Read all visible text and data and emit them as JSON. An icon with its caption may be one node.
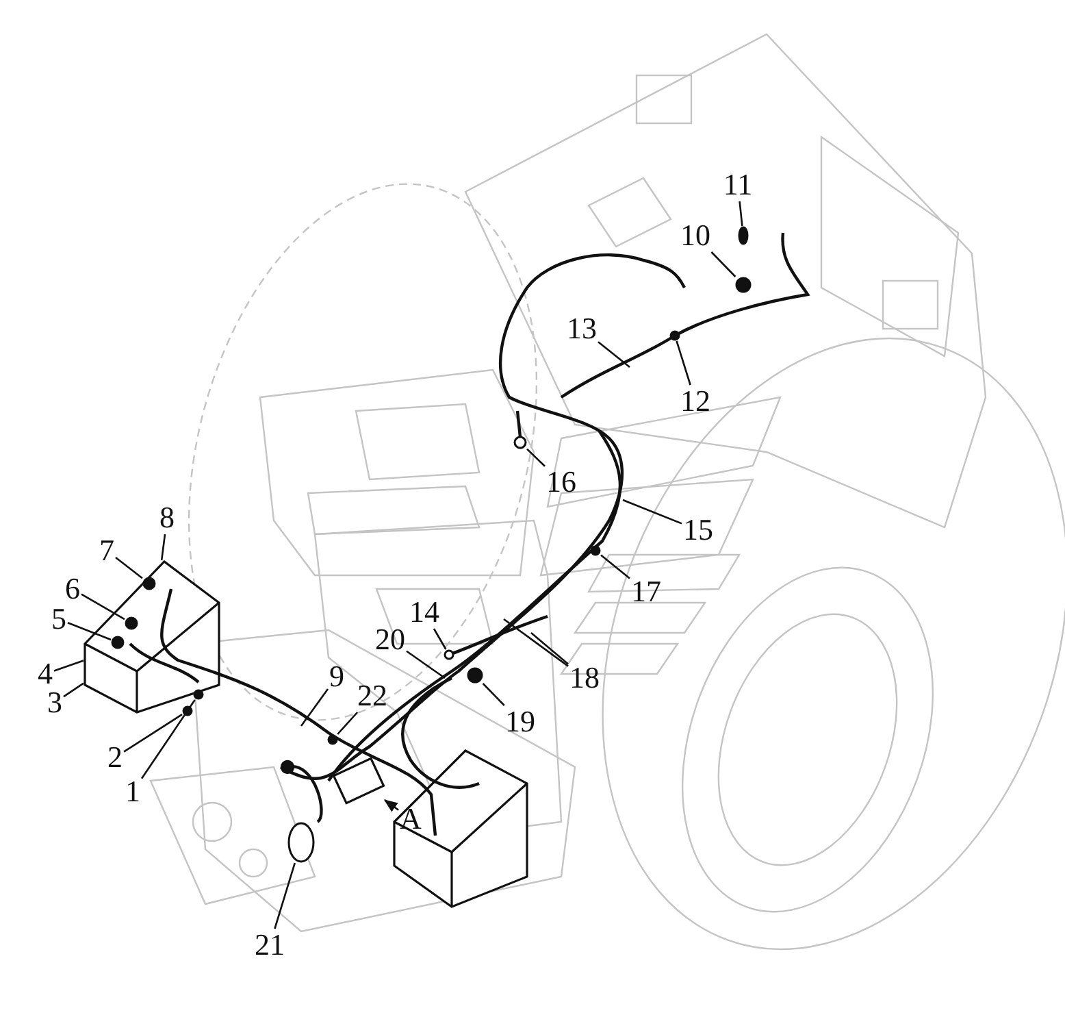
{
  "diagram": {
    "nodes": [
      {
        "text": [
          "1"
        ]
      },
      {
        "text": [
          "2"
        ]
      },
      {
        "text": [
          "3"
        ]
      },
      {
        "text": [
          "4"
        ]
      },
      {
        "text": [
          "5"
        ]
      },
      {
        "text": [
          "6"
        ]
      },
      {
        "text": [
          "7"
        ]
      },
      {
        "text": [
          "8"
        ]
      },
      {
        "text": [
          "9"
        ]
      },
      {
        "text": [
          "10"
        ]
      },
      {
        "text": [
          "11"
        ]
      },
      {
        "text": [
          "12"
        ]
      },
      {
        "text": [
          "13"
        ]
      },
      {
        "text": [
          "14"
        ]
      },
      {
        "text": [
          "15"
        ]
      },
      {
        "text": [
          "16"
        ]
      },
      {
        "text": [
          "17"
        ]
      },
      {
        "text": [
          "18"
        ]
      },
      {
        "text": [
          "19"
        ]
      },
      {
        "text": [
          "20"
        ]
      },
      {
        "text": [
          "21"
        ]
      },
      {
        "text": [
          "22"
        ]
      },
      {
        "text": [
          "A"
        ]
      },
      {
        "text": [],
        "shape": "circle"
      },
      {
        "text": [],
        "shape": "circle"
      },
      {
        "text": [],
        "shape": "box"
      },
      {
        "text": [],
        "shape": "circle",
        "in": 25
      },
      {
        "text": [],
        "shape": "circle",
        "in": 25
      },
      {
        "text": [],
        "shape": "circle",
        "in": 25
      },
      {
        "text": [],
        "shape": "circle"
      },
      {
        "text": [],
        "shape": "circle"
      },
      {
        "text": [],
        "shape": "circle"
      },
      {
        "text": [],
        "shape": "circle"
      },
      {
        "text": [],
        "shape": "circle"
      },
      {
        "text": [],
        "shape": "circle"
      },
      {
        "text": [],
        "shape": "circle"
      },
      {
        "text": [],
        "shape": "circle"
      },
      {
        "text": [],
        "shape": "circle"
      },
      {
        "text": [],
        "shape": "box"
      }
    ],
    "edges": [
      {
        "from": 0,
        "to": 23,
        "arrow": "none"
      },
      {
        "from": 1,
        "to": 24,
        "arrow": "none"
      },
      {
        "from": 2,
        "to": 25,
        "arrow": "none"
      },
      {
        "from": 3,
        "to": 25,
        "arrow": "none"
      },
      {
        "from": 4,
        "to": 26,
        "arrow": "none"
      },
      {
        "from": 5,
        "to": 27,
        "arrow": "none"
      },
      {
        "from": 6,
        "to": 28,
        "arrow": "none"
      },
      {
        "from": 7,
        "to": 25,
        "arrow": "none"
      },
      {
        "from": 8,
        "to": null,
        "arrow": "none"
      },
      {
        "from": 9,
        "to": 29,
        "arrow": "none"
      },
      {
        "from": 10,
        "to": 30,
        "arrow": "none"
      },
      {
        "from": 11,
        "to": 31,
        "arrow": "none"
      },
      {
        "from": 12,
        "to": null,
        "arrow": "none"
      },
      {
        "from": 13,
        "to": 32,
        "arrow": "none"
      },
      {
        "from": 14,
        "to": null,
        "arrow": "none"
      },
      {
        "from": 15,
        "to": 33,
        "arrow": "none"
      },
      {
        "from": 16,
        "to": 34,
        "arrow": "none"
      },
      {
        "from": 17,
        "to": null,
        "arrow": "none"
      },
      {
        "from": 17,
        "to": null,
        "arrow": "none"
      },
      {
        "from": 18,
        "to": 35,
        "arrow": "none"
      },
      {
        "from": 19,
        "to": null,
        "arrow": "none"
      },
      {
        "from": 20,
        "to": 36,
        "arrow": "none"
      },
      {
        "from": 21,
        "to": 37,
        "arrow": "none"
      },
      {
        "from": 22,
        "to": 38,
        "arrow": "to"
      }
    ]
  }
}
